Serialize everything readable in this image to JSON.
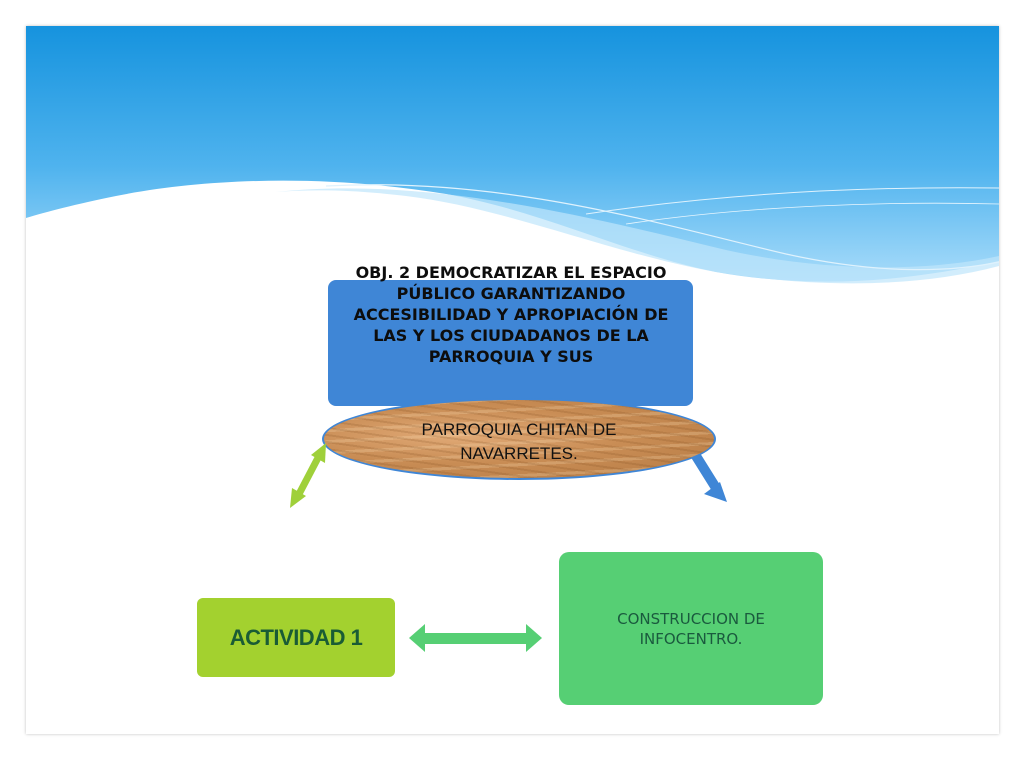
{
  "colors": {
    "objective_box": "#3f86d6",
    "activity_box": "#a3d12f",
    "construction_box": "#56cf74",
    "arrow_green_light": "#9fd03a",
    "arrow_green": "#56cf74",
    "arrow_blue": "#3f86d6"
  },
  "diagram": {
    "objective": "OBJ. 2 DEMOCRATIZAR EL ESPACIO PÚBLICO GARANTIZANDO ACCESIBILIDAD Y APROPIACIÓN DE LAS Y LOS CIUDADANOS DE LA PARROQUIA Y SUS",
    "parish": "PARROQUIA CHITAN DE NAVARRETES.",
    "activity": "ACTIVIDAD 1",
    "construction": "CONSTRUCCION DE INFOCENTRO."
  }
}
